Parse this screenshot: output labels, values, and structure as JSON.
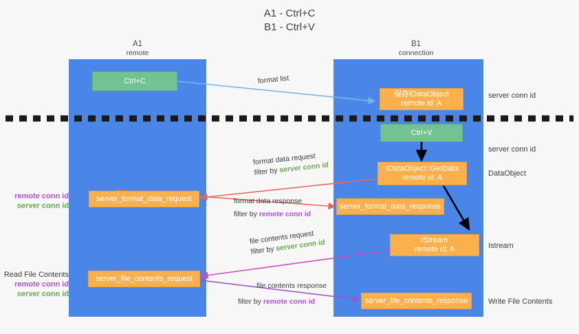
{
  "title": {
    "line1": "A1 - Ctrl+C",
    "line2": "B1 - Ctrl+V"
  },
  "colors": {
    "lane": "#4a86e8",
    "box_green": "#72c292",
    "box_orange": "#fcb04b",
    "server_conn_id": "#6aa84f",
    "remote_conn_id": "#b14fd8",
    "arrow_blue": "#7ab5e8",
    "arrow_red": "#e8675b",
    "arrow_magenta": "#cc49c0",
    "arrow_purple": "#9a58c4",
    "arrow_black": "#000000",
    "background": "#f7f7f7"
  },
  "columns": [
    {
      "name": "A1",
      "sub": "remote"
    },
    {
      "name": "B1",
      "sub": "connection"
    }
  ],
  "nodes": {
    "ctrl_c": {
      "label": "Ctrl+C",
      "kind": "green"
    },
    "save_idataobject": {
      "line1": "保存IDataObject",
      "line2": "remote id: A",
      "kind": "orange"
    },
    "ctrl_v": {
      "label": "Ctrl+V",
      "kind": "green"
    },
    "getdata": {
      "line1": "IDataObject::GetData",
      "line2": "remote id: A",
      "kind": "orange"
    },
    "format_data_request": {
      "label": "server_format_data_request",
      "kind": "orange"
    },
    "format_data_response": {
      "label": "server_format_data_response",
      "kind": "orange"
    },
    "istream": {
      "line1": "IStream",
      "line2": "remote id: A",
      "kind": "orange"
    },
    "file_contents_request": {
      "label": "server_file_contents_request",
      "kind": "orange"
    },
    "file_contents_response": {
      "label": "server_file_contents_response",
      "kind": "orange"
    }
  },
  "edge_labels": {
    "format_list": {
      "text": "format list"
    },
    "format_data_request": {
      "line1": "format data request",
      "line2_prefix": "filter by ",
      "line2_key": "server conn id",
      "key_color": "server"
    },
    "format_data_response": {
      "line1": "format data response",
      "line2_prefix": "filter by ",
      "line2_key": "remote conn id",
      "key_color": "remote"
    },
    "file_contents_request": {
      "line1": "file contents request",
      "line2_prefix": "filter by ",
      "line2_key": "server conn id",
      "key_color": "server"
    },
    "file_contents_response": {
      "line1": "file contents response",
      "line2_prefix": "filter by ",
      "line2_key": "remote conn id",
      "key_color": "remote"
    }
  },
  "left_annotations": {
    "format_block": {
      "remote": "remote conn id",
      "server": "server conn id"
    },
    "file_block": {
      "heading": "Read File Contents",
      "remote": "remote conn id",
      "server": "server conn id"
    }
  },
  "right_annotations": {
    "server_conn_id_top": "server conn id",
    "server_conn_id_mid": "server conn id",
    "dataobject": "DataObject",
    "istream": "Istream",
    "write_file_contents": "Write File Contents"
  }
}
